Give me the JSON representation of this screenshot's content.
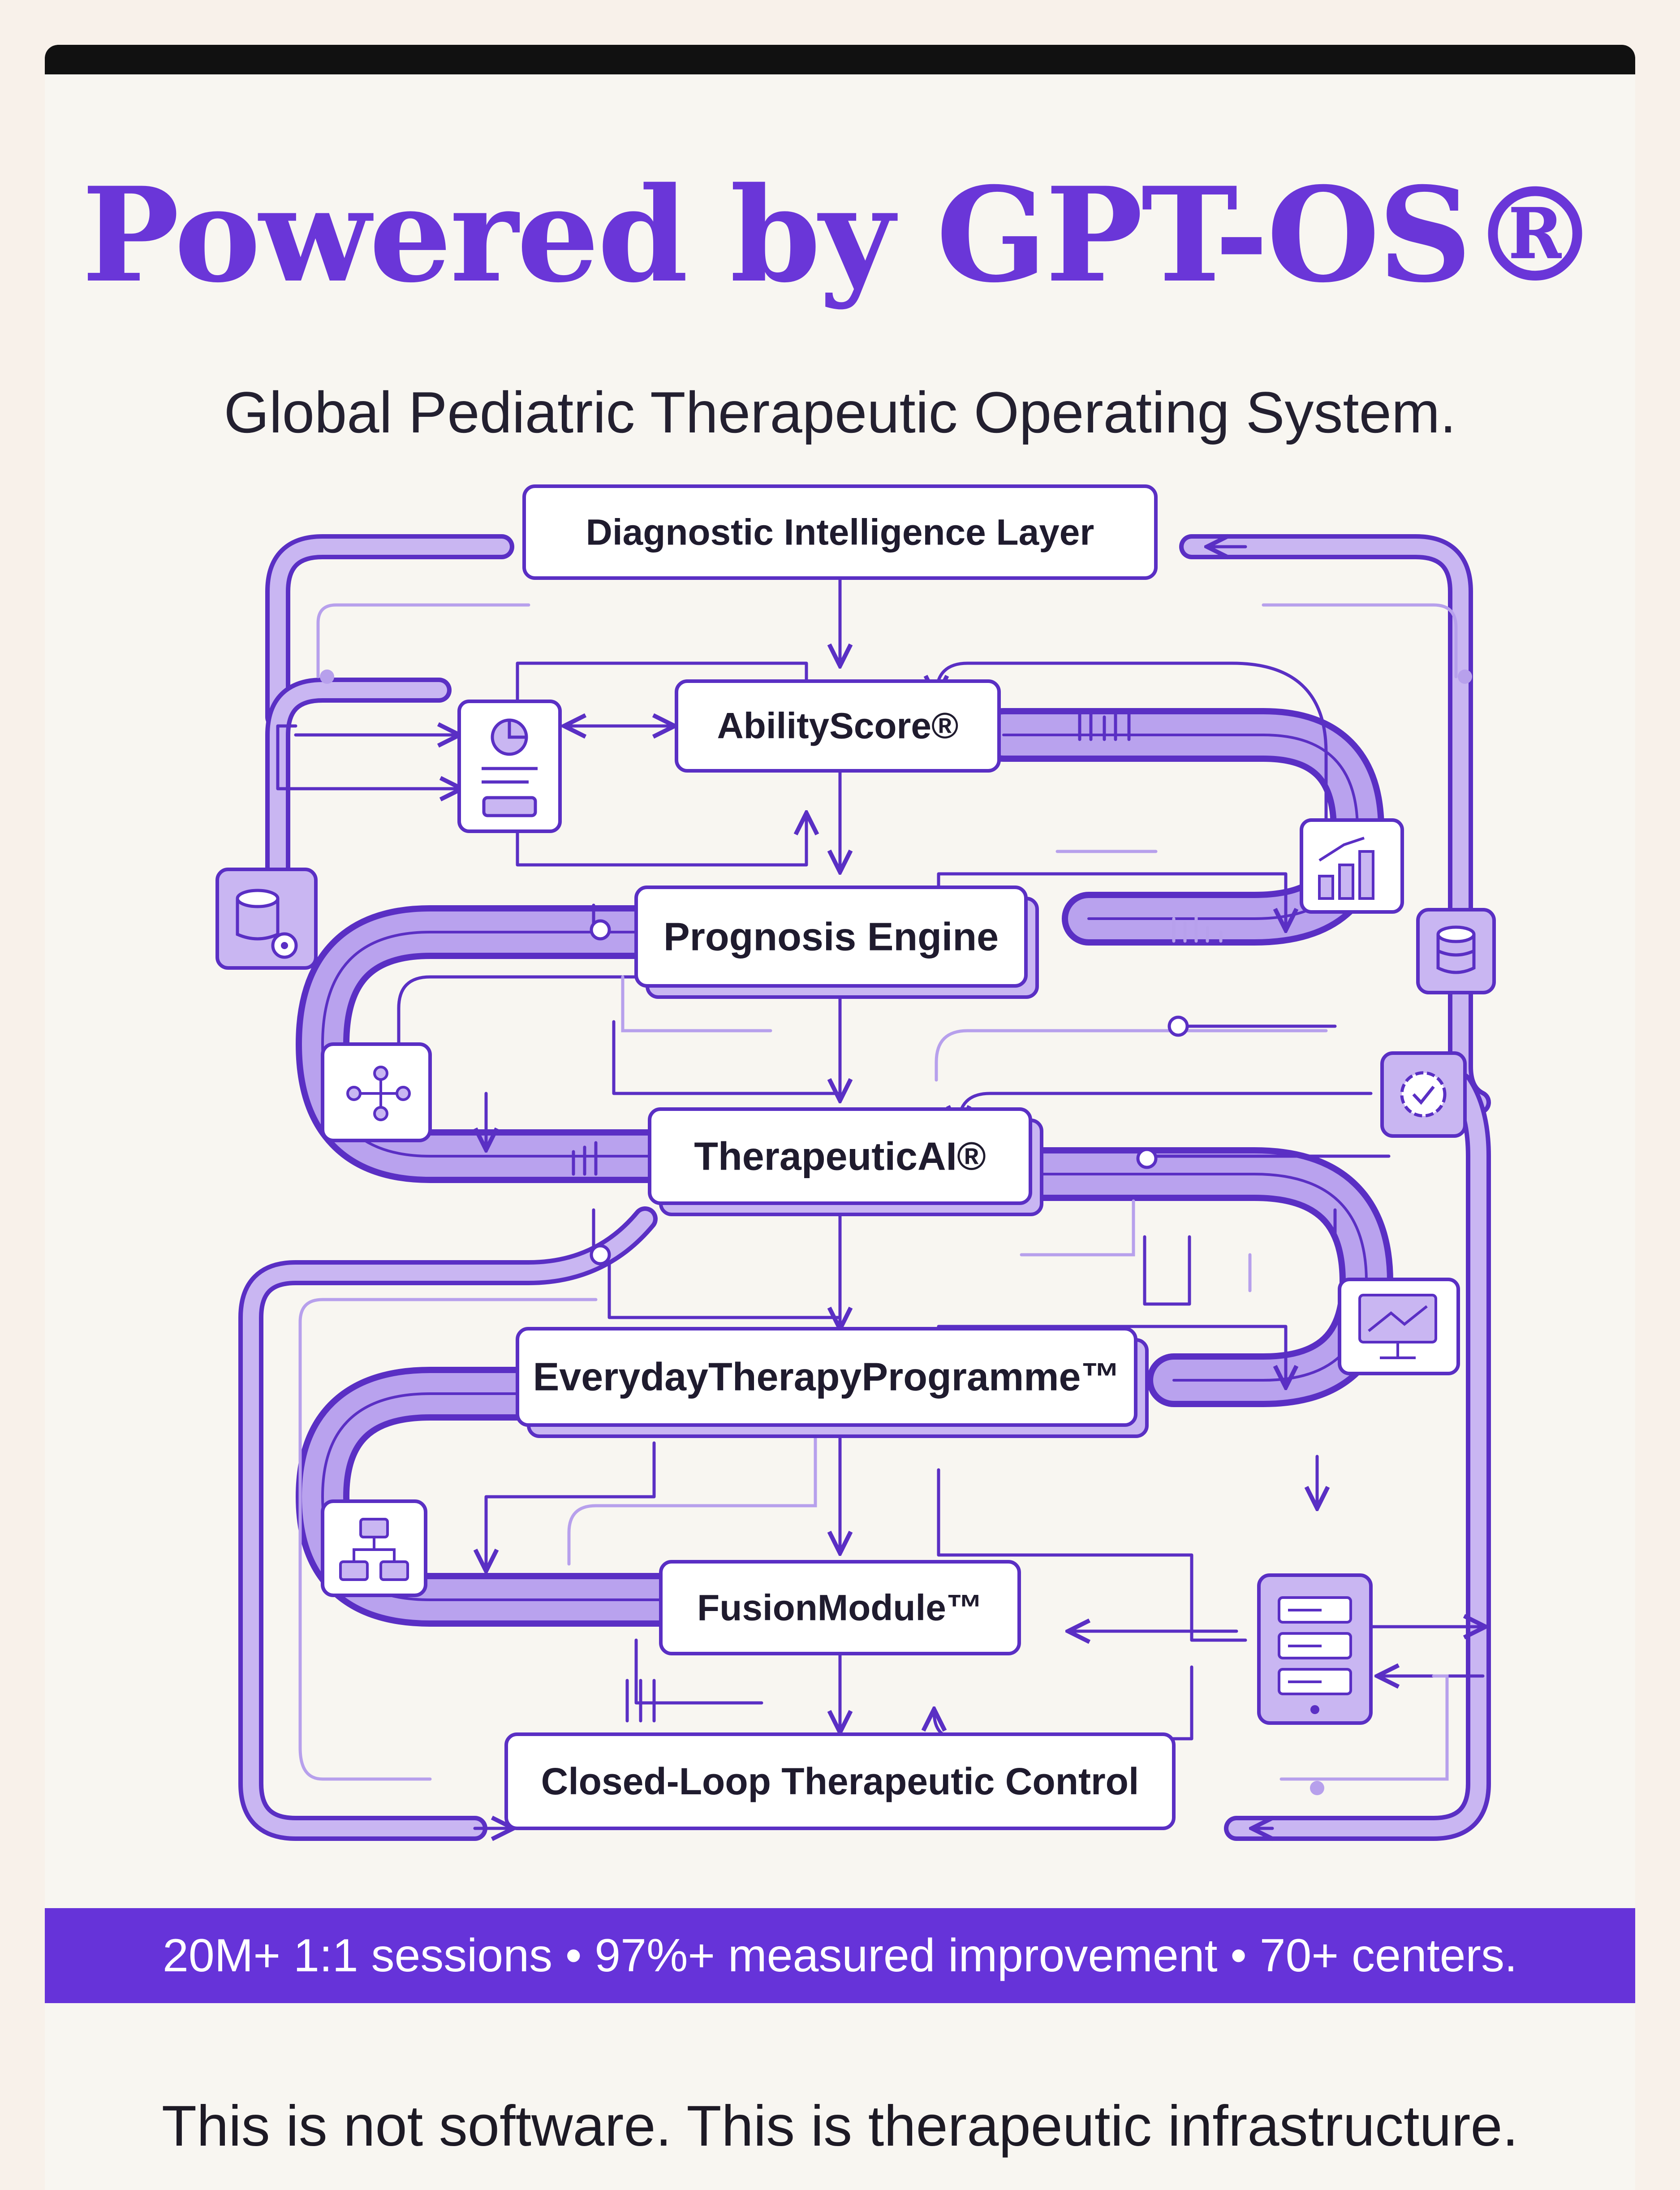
{
  "header": {
    "title": "Powered by GPT-OS®",
    "subtitle": "Global Pediatric Therapeutic Operating System."
  },
  "diagram": {
    "nodes": {
      "diagnostic": "Diagnostic Intelligence Layer",
      "abilityscore": "AbilityScore®",
      "prognosis": "Prognosis Engine",
      "therapeuticai": "TherapeuticAI®",
      "everyday": "EverydayTherapyProgramme™",
      "fusion": "FusionModule™",
      "closedloop": "Closed-Loop Therapeutic Control"
    },
    "icons": [
      "report-document-icon",
      "database-gear-icon",
      "bar-chart-growth-icon",
      "database-icon",
      "neural-network-icon",
      "gear-check-icon",
      "monitor-chart-icon",
      "hierarchy-icon",
      "server-icon"
    ]
  },
  "stats_banner": "20M+ 1:1 sessions • 97%+ measured improvement • 70+ centers.",
  "tagline": "This is not software. This is therapeutic infrastructure.",
  "colors": {
    "accent": "#6a36d8",
    "pipe_fill": "#b9a2ee",
    "pipe_stroke": "#5a2fc4",
    "background": "#f8f6f1",
    "page": "#f8f1ea"
  }
}
